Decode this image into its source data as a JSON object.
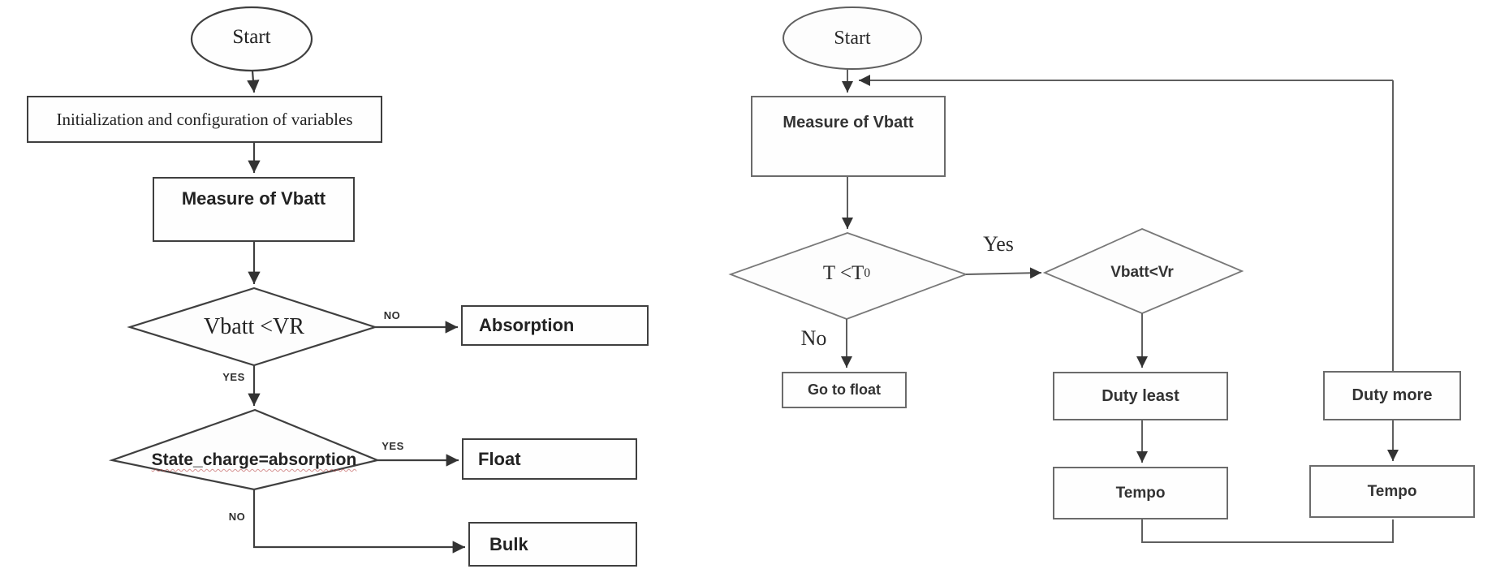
{
  "left_chart": {
    "start": "Start",
    "init": "Initialization and configuration of variables",
    "measure": "Measure of Vbatt",
    "decision_vbatt": "Vbatt <VR",
    "decision_vbatt_no": "NO",
    "decision_vbatt_yes": "YES",
    "absorption": "Absorption",
    "decision_state": "State_charge=absorption",
    "decision_state_yes": "YES",
    "decision_state_no": "NO",
    "float": "Float",
    "bulk": "Bulk"
  },
  "right_chart": {
    "start": "Start",
    "measure": "Measure of Vbatt",
    "decision_t": "T <T",
    "decision_t_sub": "0",
    "decision_t_yes": "Yes",
    "decision_t_no": "No",
    "go_to_float": "Go to float",
    "decision_vbatt": "Vbatt<Vr",
    "duty_least": "Duty least",
    "duty_more": "Duty more",
    "tempo_left": "Tempo",
    "tempo_right": "Tempo"
  },
  "colors": {
    "line_left": "#3f3f3f",
    "line_right": "#5f5f5f",
    "diamond_right": "#787878",
    "text": "#222222",
    "background": "#ffffff"
  }
}
